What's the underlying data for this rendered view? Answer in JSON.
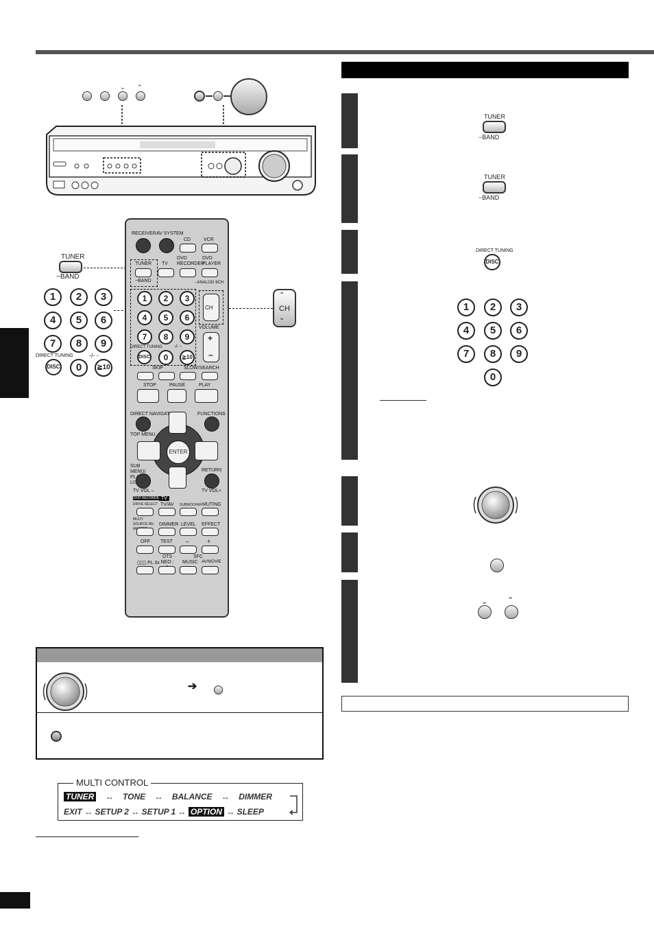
{
  "receiver_top": {
    "arrow_down": "⌄",
    "arrow_up": "⌃"
  },
  "tuner_button": {
    "label": "TUNER",
    "sub": "BAND"
  },
  "direct_tuning": {
    "label": "DIRECT TUNING",
    "disc": "DISC"
  },
  "number_keys": [
    "1",
    "2",
    "3",
    "4",
    "5",
    "6",
    "7",
    "8",
    "9",
    "0"
  ],
  "extra_key": {
    "label": "-/- -",
    "value": "≧10"
  },
  "ch_button": {
    "label": "CH"
  },
  "remote": {
    "receiver": "RECEIVER",
    "av_system": "AV SYSTEM",
    "cd": "CD",
    "vcr": "VCR",
    "tuner": "TUNER",
    "band": "BAND",
    "tv": "TV",
    "dvd_recorder": "DVD RECORDER",
    "dvd_player": "DVD PLAYER",
    "analog": "ANALOG 6CH",
    "volume": "VOLUME",
    "skip": "SKIP",
    "slow_search": "SLOW/SEARCH",
    "stop": "STOP",
    "pause": "PAUSE",
    "play": "PLAY",
    "direct_navigator": "DIRECT NAVIGATOR",
    "top_menu": "TOP MENU",
    "functions": "FUNCTIONS",
    "enter": "ENTER",
    "sub_menu": "SUB MENU/ PLAY LIST",
    "return": "RETURN",
    "tv_vol_minus": "TV VOL –",
    "tv_vol_plus": "TV VOL+",
    "dvd_recorder_tag": "DVD RECORDER",
    "tv_tag": "TV",
    "drive_select": "DRIVE SELECT",
    "tv_av": "TV/AV",
    "subwoofer": "SUBWOOFER",
    "muting": "MUTING",
    "multi_source": "MULTI SOURCE RE-MASTER",
    "dimmer": "DIMMER",
    "level": "LEVEL",
    "effect": "EFFECT",
    "off": "OFF",
    "test": "TEST",
    "minus": "–",
    "plus": "+",
    "sfc": "SFC",
    "dolby": "◫◫ PL IIx",
    "dts": "DTS NEO : 6",
    "music": "MUSIC",
    "av_movie": "AV/MOVIE"
  },
  "multi_control": {
    "title": "MULTI CONTROL",
    "row1": [
      "TUNER",
      "↔",
      "TONE",
      "↔",
      "BALANCE",
      "↔",
      "DIMMER"
    ],
    "row2": [
      "EXIT",
      "↔",
      "SETUP 2",
      "↔",
      "SETUP 1",
      "↔",
      "OPTION",
      "↔",
      "SLEEP"
    ]
  },
  "panel": {
    "arrow": "➔"
  }
}
